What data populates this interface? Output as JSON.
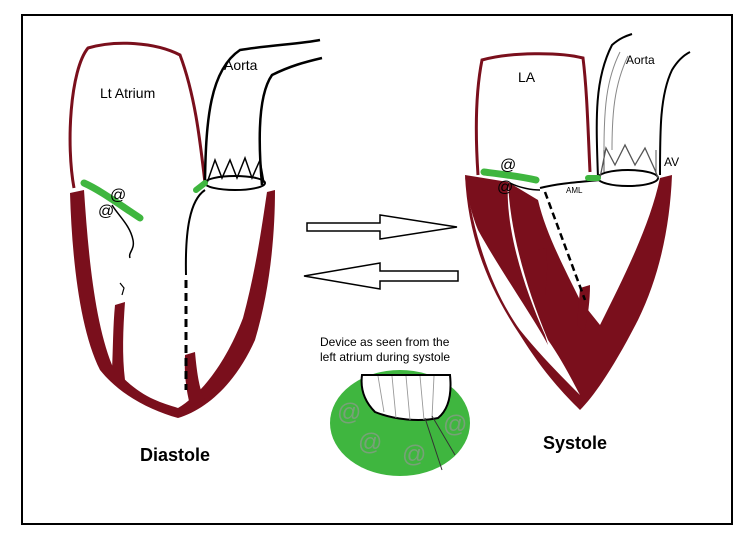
{
  "colors": {
    "myocardium": "#7a0f1c",
    "device": "#3fb63f",
    "outline": "#000000",
    "frame": "#000000",
    "arrow": "#ffffff"
  },
  "diastole": {
    "atrium_label": "Lt Atrium",
    "aorta_label": "Aorta",
    "caption": "Diastole",
    "device_mark": "@"
  },
  "systole": {
    "atrium_label": "LA",
    "aorta_label": "Aorta",
    "valve_label": "AV",
    "leaflet_label": "AML",
    "caption": "Systole",
    "device_mark": "@"
  },
  "inset": {
    "note_line1": "Device as seen from the",
    "note_line2": "left atrium during systole",
    "device_mark": "@"
  },
  "icons": {
    "forward_arrow": "right-arrow-icon",
    "back_arrow": "left-arrow-icon"
  }
}
